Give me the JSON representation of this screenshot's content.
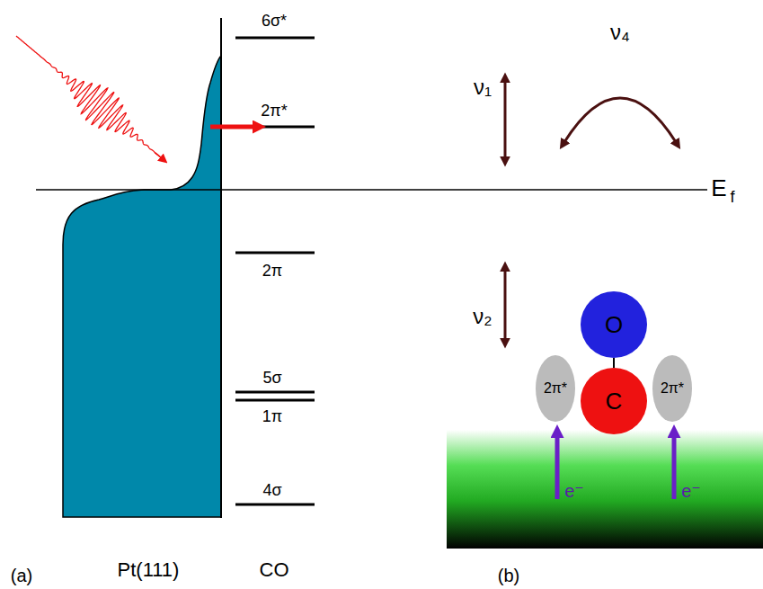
{
  "diagram": {
    "nodes": [
      {
        "text": [
          "O"
        ]
      },
      {
        "text": [
          "2π*"
        ]
      },
      {
        "text": [
          "C"
        ]
      },
      {
        "text": [
          "2π*"
        ]
      }
    ],
    "edges": [
      {
        "from": 0,
        "to": 2,
        "arrow": "none"
      }
    ],
    "labels": [
      "6σ*",
      "2π*",
      "E",
      "f",
      "2π",
      "5σ",
      "1π",
      "4σ",
      "ν₄",
      "ν₁",
      "ν₂",
      "e⁻",
      "e⁻",
      "(a)",
      "Pt(111)",
      "CO",
      "(b)"
    ]
  }
}
